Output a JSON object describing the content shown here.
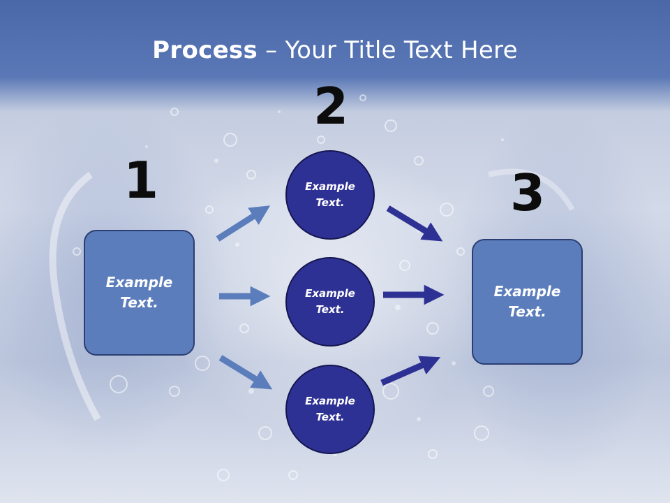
{
  "title": {
    "bold": "Process",
    "rest": " – Your Title Text Here"
  },
  "steps": [
    {
      "number": "1",
      "text_line1": "Example",
      "text_line2": "Text."
    },
    {
      "number": "2"
    },
    {
      "number": "3",
      "text_line1": "Example",
      "text_line2": "Text."
    }
  ],
  "circles": [
    {
      "text_line1": "Example",
      "text_line2": "Text."
    },
    {
      "text_line1": "Example",
      "text_line2": "Text."
    },
    {
      "text_line1": "Example",
      "text_line2": "Text."
    }
  ],
  "colors": {
    "box_fill": "#5b7dbb",
    "circle_fill": "#2e3194",
    "left_arrow": "#5b7dbb",
    "right_arrow": "#2e3194"
  }
}
